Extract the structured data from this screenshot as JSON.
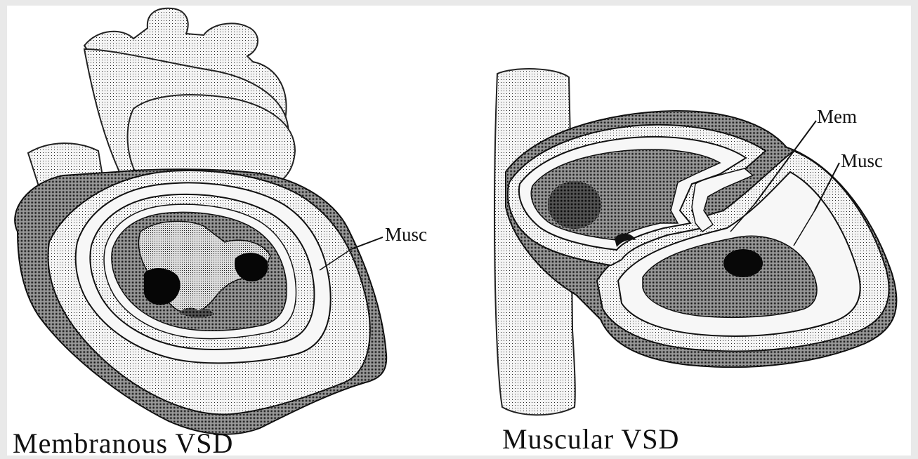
{
  "figure": {
    "left_panel": {
      "caption": "Membranous VSD",
      "callouts": {
        "musc": "Musc"
      }
    },
    "right_panel": {
      "caption": "Muscular VSD",
      "callouts": {
        "mem": "Mem",
        "musc": "Musc"
      }
    }
  },
  "palette": {
    "background": "#e9e9e9",
    "page": "#ffffff",
    "ink": "#111111"
  }
}
